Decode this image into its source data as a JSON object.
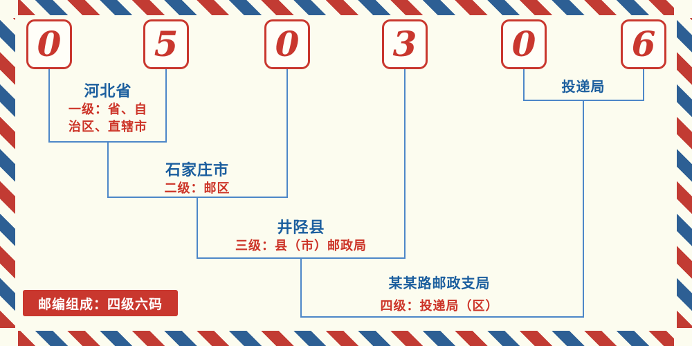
{
  "postal_code": {
    "digits": [
      "0",
      "5",
      "0",
      "3",
      "0",
      "6"
    ]
  },
  "labels": {
    "level1": {
      "name": "河北省",
      "desc_line1": "一级：省、自",
      "desc_line2": "治区、直辖市"
    },
    "level2": {
      "name": "石家庄市",
      "desc": "二级：邮区"
    },
    "level3": {
      "name": "井陉县",
      "desc": "三级：县（市）邮政局"
    },
    "level4": {
      "name": "某某路邮政支局",
      "desc": "四级：投递局（区）"
    },
    "delivery": {
      "name": "投递局"
    }
  },
  "footer": {
    "badge": "邮编组成：四级六码"
  },
  "colors": {
    "digit_red": "#c9372e",
    "label_blue": "#1b5e9e",
    "desc_red": "#cc3327",
    "line_blue": "#4d87c8",
    "badge_bg": "#c9372e",
    "background": "#fcfcef",
    "stripe_red": "#c23b33",
    "stripe_blue": "#2d5f94"
  }
}
